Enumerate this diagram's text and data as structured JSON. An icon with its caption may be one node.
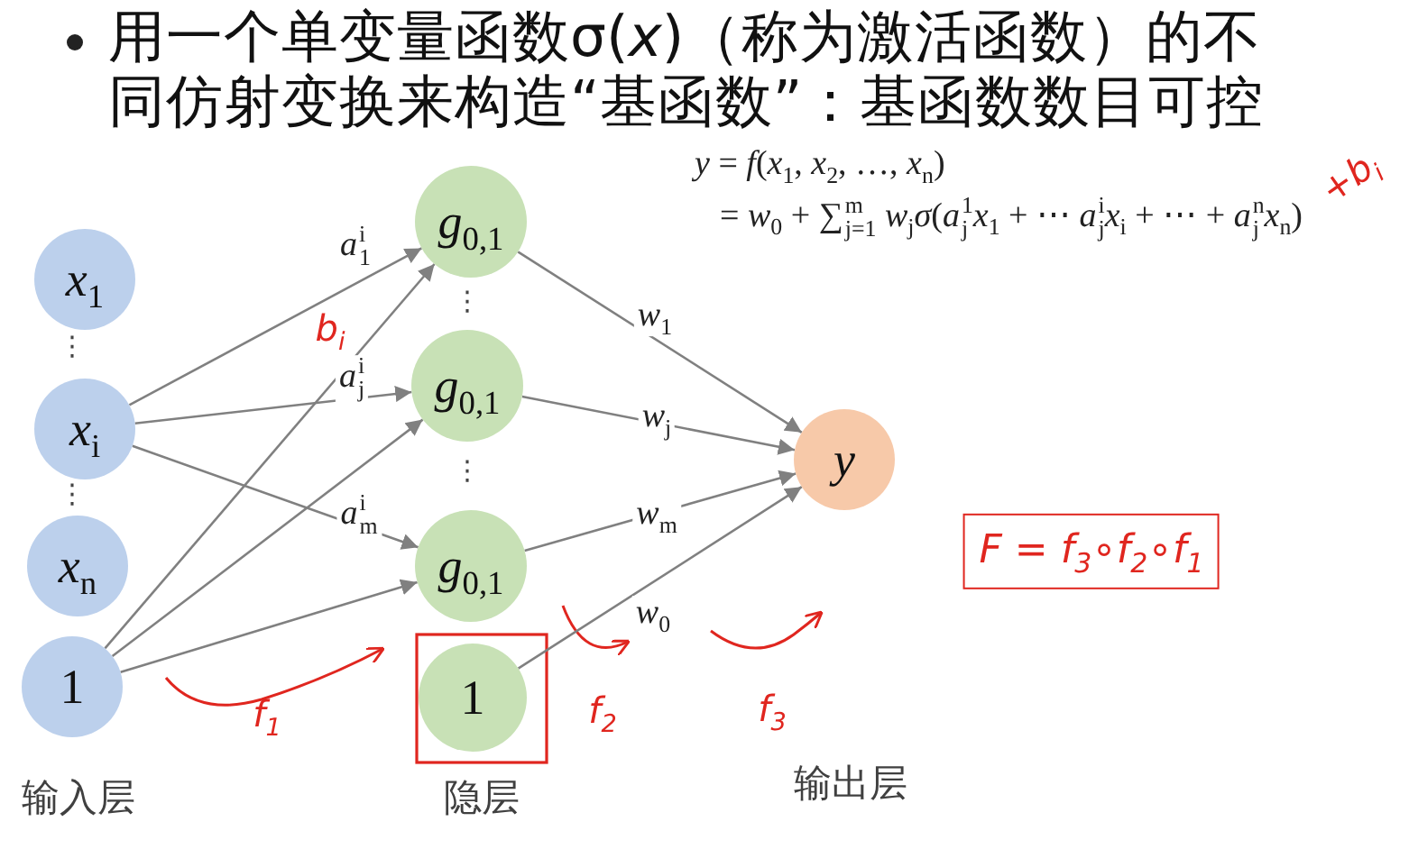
{
  "diagram": {
    "title": "用一个单变量函数σ(*x*)（称为激活函数）的不同仿射变换来构造“基函数”：基函数数目可控",
    "nodes": [
      {
        "text": [
          "*x*$_{1}$"
        ]
      },
      {
        "text": [
          "*x*$_{i}$"
        ]
      },
      {
        "text": [
          "*x*$_{n}$"
        ]
      },
      {
        "text": [
          "1"
        ]
      },
      {
        "text": [
          "*g*$_{0,1}$"
        ]
      },
      {
        "text": [
          "*g*$_{0,1}$"
        ]
      },
      {
        "text": [
          "*g*$_{0,1}$"
        ]
      },
      {
        "text": [
          "1"
        ]
      },
      {
        "text": [
          "*y*"
        ]
      }
    ],
    "edges": [
      {
        "from": 1,
        "to": 4,
        "arrow": "to",
        "label": "*a*$^{i}$$_{1}$"
      },
      {
        "from": 1,
        "to": 5,
        "arrow": "to",
        "label": "*a*$^{i}$$_{j}$"
      },
      {
        "from": 1,
        "to": 6,
        "arrow": "to",
        "label": "*a*$^{i}$$_{m}$"
      },
      {
        "from": 3,
        "to": 4,
        "arrow": "to"
      },
      {
        "from": 3,
        "to": 5,
        "arrow": "to"
      },
      {
        "from": 3,
        "to": 6,
        "arrow": "to"
      },
      {
        "from": 4,
        "to": 8,
        "arrow": "to",
        "label": "*w*$_{1}$"
      },
      {
        "from": 5,
        "to": 8,
        "arrow": "to",
        "label": "*w*$_{j}$"
      },
      {
        "from": 6,
        "to": 8,
        "arrow": "to",
        "label": "*w*$_{m}$"
      },
      {
        "from": 7,
        "to": 8,
        "arrow": "to",
        "label": "*w*$_{0}$"
      }
    ],
    "labels": [
      "*y* = *f*(*x*$_{1}$, *x*$_{2}$, …, *x*$_{n}$)",
      "= *w*$_{0}$ + ∑$_{j=1}$$^{m}$ *w*$_{j}$*σ*(*a*$_{j}$$^{1}$*x*$_{1}$ + ⋯ *a*$_{j}$$^{i}$*x*$_{i}$ + ⋯ + *a*$_{j}$$^{n}$*x*$_{n}$)",
      "+b$_{i}$",
      "⋮",
      "b$_{i}$",
      "⋮",
      "⋮",
      "⋮",
      "F = f$_{3}$∘f$_{2}$∘f$_{1}$",
      "f$_{1}$",
      "f$_{2}$",
      "f$_{3}$",
      "输入层",
      "隐层",
      "输出层"
    ]
  }
}
